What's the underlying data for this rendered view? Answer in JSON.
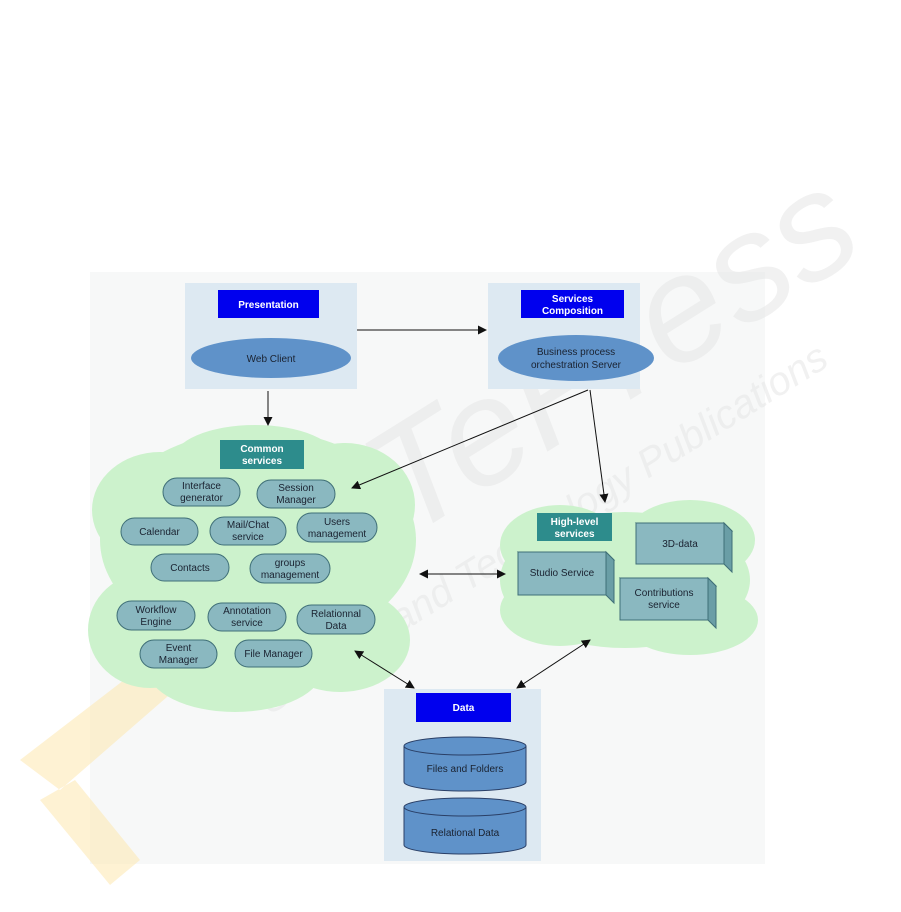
{
  "watermark": {
    "large": "SciTePress",
    "small": "Science and Technology Publications",
    "colors": {
      "text": "#e6e6e6",
      "ribbon": "#fde7b0"
    }
  },
  "colors": {
    "panel_blue": "#dde9f2",
    "cloud_green": "#ccf2cc",
    "background": "#f7f8f8",
    "header_blue": "#0000ee",
    "header_teal": "#2d8c8c",
    "node_fill": "#8ab8c0",
    "node_stroke": "#3f6f77",
    "ellipse_fill": "#5f92c9",
    "cylinder_fill": "#5f92c9",
    "box_front": "#8ab8c0",
    "box_top": "#c3dcdf",
    "box_side": "#6a9ea6",
    "arrow": "#111111"
  },
  "presentation": {
    "title": "Presentation",
    "client": "Web Client"
  },
  "composition": {
    "title_line1": "Services",
    "title_line2": "Composition",
    "server_line1": "Business process",
    "server_line2": "orchestration Server"
  },
  "common": {
    "title_line1": "Common",
    "title_line2": "services",
    "interface_generator": {
      "l1": "Interface",
      "l2": "generator"
    },
    "session_manager": {
      "l1": "Session",
      "l2": "Manager"
    },
    "calendar": "Calendar",
    "mail_chat": {
      "l1": "Mail/Chat",
      "l2": "service"
    },
    "users_management": {
      "l1": "Users",
      "l2": "management"
    },
    "contacts": "Contacts",
    "groups_management": {
      "l1": "groups",
      "l2": "management"
    },
    "workflow_engine": {
      "l1": "Workflow",
      "l2": "Engine"
    },
    "annotation_service": {
      "l1": "Annotation",
      "l2": "service"
    },
    "relational_data": {
      "l1": "Relationnal",
      "l2": "Data"
    },
    "event_manager": {
      "l1": "Event",
      "l2": "Manager"
    },
    "file_manager": "File Manager"
  },
  "highlevel": {
    "title_line1": "High-level",
    "title_line2": "services",
    "data3d": "3D-data",
    "studio": "Studio Service",
    "contributions": {
      "l1": "Contributions",
      "l2": "service"
    }
  },
  "data": {
    "title": "Data",
    "files": "Files and Folders",
    "relational": "Relational Data"
  }
}
